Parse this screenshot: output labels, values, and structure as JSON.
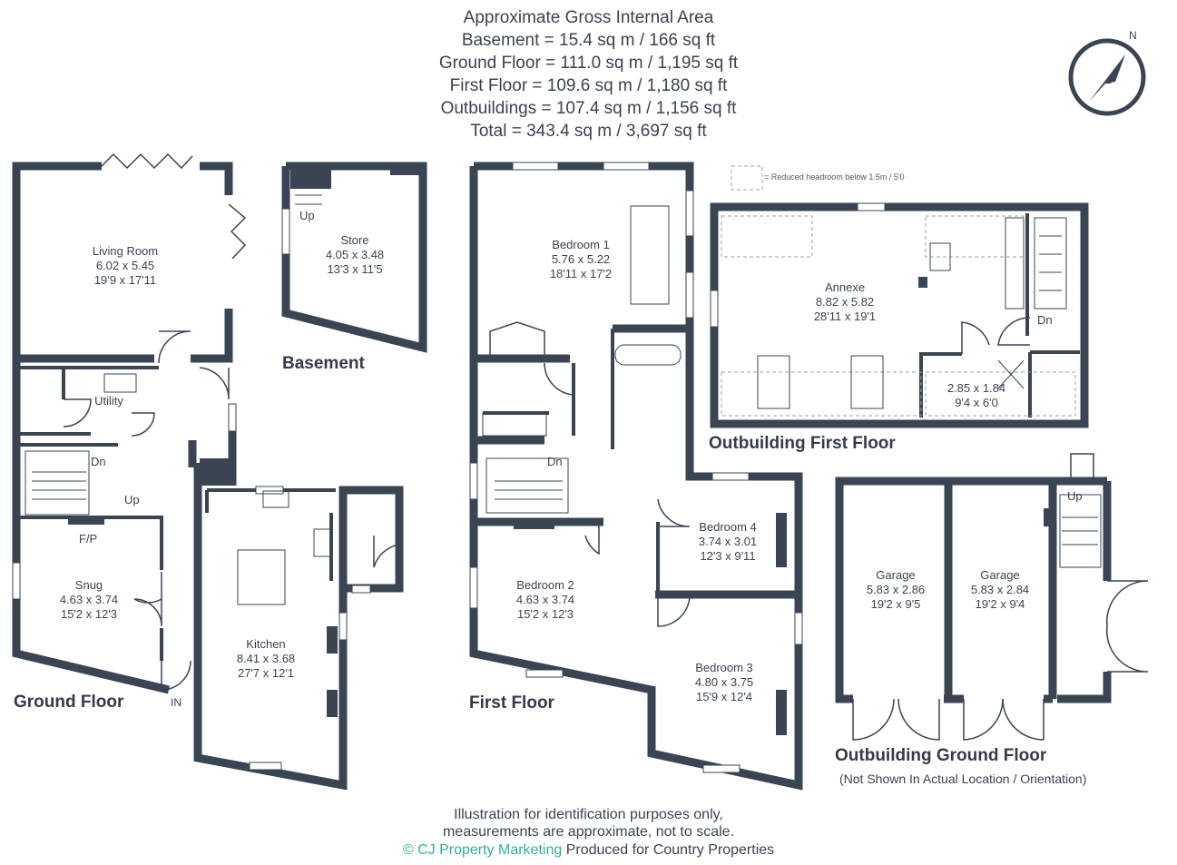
{
  "header": {
    "title": "Approximate Gross Internal Area",
    "areas": [
      "Basement = 15.4 sq m / 166 sq ft",
      "Ground Floor = 111.0 sq m / 1,195 sq ft",
      "First Floor = 109.6 sq m / 1,180 sq ft",
      "Outbuildings = 107.4 sq m / 1,156 sq ft",
      "Total = 343.4 sq m / 3,697 sq ft"
    ]
  },
  "compass": {
    "letter": "N",
    "icon": "north-arrow-icon"
  },
  "legend": {
    "text": "= Reduced headroom below 1.5m / 5'0"
  },
  "floors": {
    "ground": "Ground Floor",
    "basement": "Basement",
    "first": "First Floor",
    "outbuilding_first": "Outbuilding First Floor",
    "outbuilding_ground": "Outbuilding Ground Floor",
    "outbuilding_note": "(Not Shown In Actual Location / Orientation)"
  },
  "rooms": {
    "living": {
      "name": "Living Room",
      "metric": "6.02 x 5.45",
      "imperial": "19'9 x 17'11"
    },
    "utility": {
      "name": "Utility"
    },
    "snug": {
      "name": "Snug",
      "metric": "4.63 x 3.74",
      "imperial": "15'2 x 12'3"
    },
    "kitchen": {
      "name": "Kitchen",
      "metric": "8.41 x 3.68",
      "imperial": "27'7 x 12'1"
    },
    "store": {
      "name": "Store",
      "metric": "4.05 x 3.48",
      "imperial": "13'3 x 11'5"
    },
    "bed1": {
      "name": "Bedroom 1",
      "metric": "5.76 x 5.22",
      "imperial": "18'11 x 17'2"
    },
    "bed2": {
      "name": "Bedroom 2",
      "metric": "4.63 x 3.74",
      "imperial": "15'2 x 12'3"
    },
    "bed3": {
      "name": "Bedroom 3",
      "metric": "4.80 x 3.75",
      "imperial": "15'9 x 12'4"
    },
    "bed4": {
      "name": "Bedroom 4",
      "metric": "3.74 x 3.01",
      "imperial": "12'3 x 9'11"
    },
    "annexe": {
      "name": "Annexe",
      "metric": "8.82 x 5.82",
      "imperial": "28'11 x 19'1"
    },
    "annexe_room": {
      "metric": "2.85 x 1.84",
      "imperial": "9'4 x 6'0"
    },
    "garage1": {
      "name": "Garage",
      "metric": "5.83 x 2.86",
      "imperial": "19'2 x 9'5"
    },
    "garage2": {
      "name": "Garage",
      "metric": "5.83 x 2.84",
      "imperial": "19'2 x 9'4"
    }
  },
  "marks": {
    "up": "Up",
    "dn": "Dn",
    "fp": "F/P",
    "in": "IN"
  },
  "footer": {
    "line1": "Illustration for identification purposes only,",
    "line2": "measurements are approximate, not to scale.",
    "brand": "© CJ Property Marketing",
    "produced": "Produced for Country Properties"
  },
  "colors": {
    "wall": "#3a4453",
    "accent": "#2bb39a",
    "text": "#3b4350"
  }
}
